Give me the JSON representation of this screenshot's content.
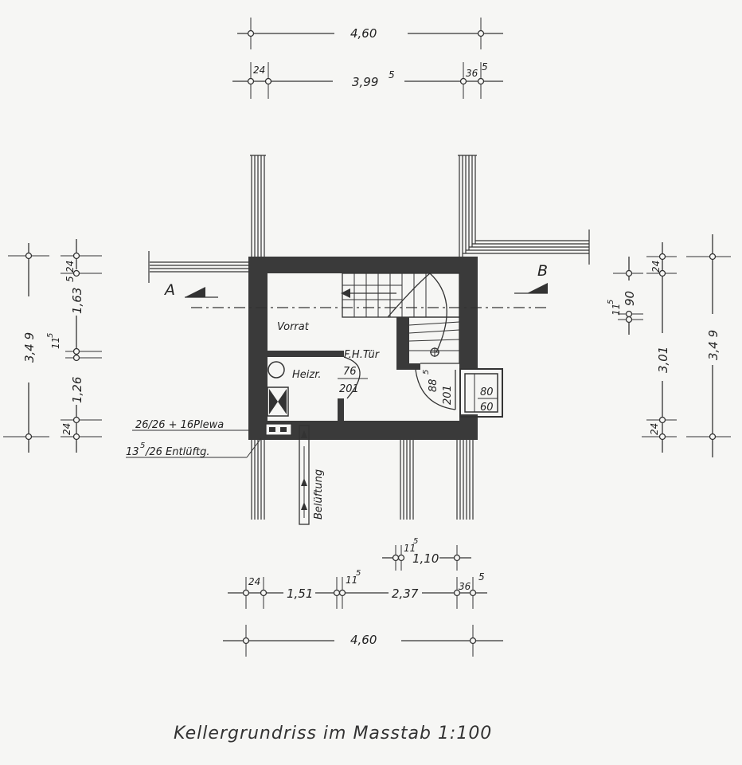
{
  "dimensions": {
    "top_overall": "4,60",
    "top_inner": "3,99",
    "top_inner_sup": "5",
    "top_left_wall": "24",
    "top_right_wall": "36",
    "top_right_wall_sup": "5",
    "left_overall": "3,4 9",
    "left_top_wall": "24",
    "left_upper": "1,63",
    "left_upper_sup": "5",
    "left_mid_wall": "11",
    "left_mid_wall_sup": "5",
    "left_lower": "1,26",
    "left_bottom_wall": "24",
    "right_overall": "3,4 9",
    "right_top_wall": "24",
    "right_upper": "90",
    "right_mid_wall": "11",
    "right_mid_wall_sup": "5",
    "right_lower": "3,01",
    "right_bottom_wall": "24",
    "bottom_small_wall": "11",
    "bottom_small_wall_sup": "5",
    "bottom_small": "1,10",
    "bottom_left_wall": "24",
    "bottom_left": "1,51",
    "bottom_mid_wall": "11",
    "bottom_mid_wall_sup": "5",
    "bottom_right": "2,37",
    "bottom_right_wall": "36",
    "bottom_right_wall_sup": "5",
    "bottom_overall": "4,60"
  },
  "labels": {
    "section_a": "A",
    "section_b": "B",
    "vorrat": "Vorrat",
    "fh_tuer": "F.H.Tür",
    "fh_width": "76",
    "fh_height": "201",
    "heizr": "Heizr.",
    "door_width": "88",
    "door_width_sup": "5",
    "door_height": "201",
    "window_width": "80",
    "window_height": "60",
    "plewa": "26/26 + 16Plewa",
    "entlueftg_num": "13",
    "entlueftg_sup": "5",
    "entlueftg_text": "/26 Entlüftg.",
    "belueftung": "Belüftung"
  },
  "caption": "Kellergrundriss im Masstab 1:100"
}
